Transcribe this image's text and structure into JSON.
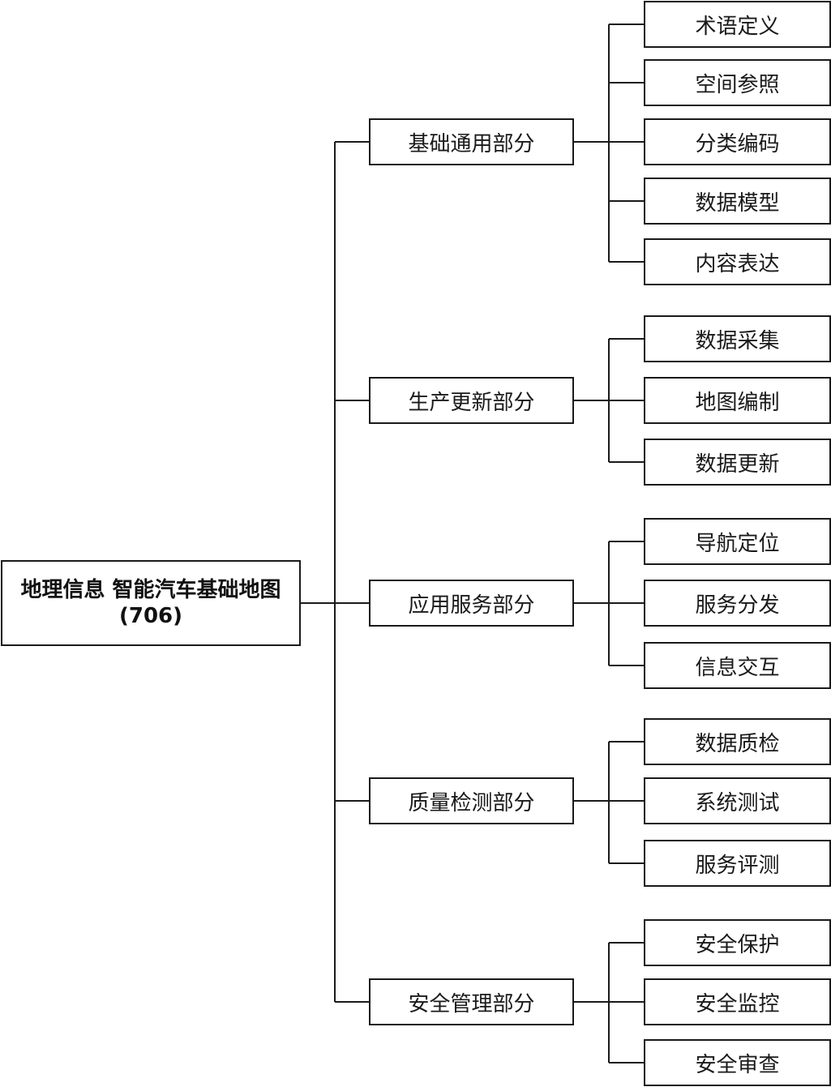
{
  "diagram": {
    "root": {
      "title": "地理信息 智能汽车基础地图",
      "code": "(706)"
    },
    "categories": [
      {
        "label": "基础通用部分",
        "items": [
          "术语定义",
          "空间参照",
          "分类编码",
          "数据模型",
          "内容表达"
        ]
      },
      {
        "label": "生产更新部分",
        "items": [
          "数据采集",
          "地图编制",
          "数据更新"
        ]
      },
      {
        "label": "应用服务部分",
        "items": [
          "导航定位",
          "服务分发",
          "信息交互"
        ]
      },
      {
        "label": "质量检测部分",
        "items": [
          "数据质检",
          "系统测试",
          "服务评测"
        ]
      },
      {
        "label": "安全管理部分",
        "items": [
          "安全保护",
          "安全监控",
          "安全审查"
        ]
      }
    ]
  }
}
